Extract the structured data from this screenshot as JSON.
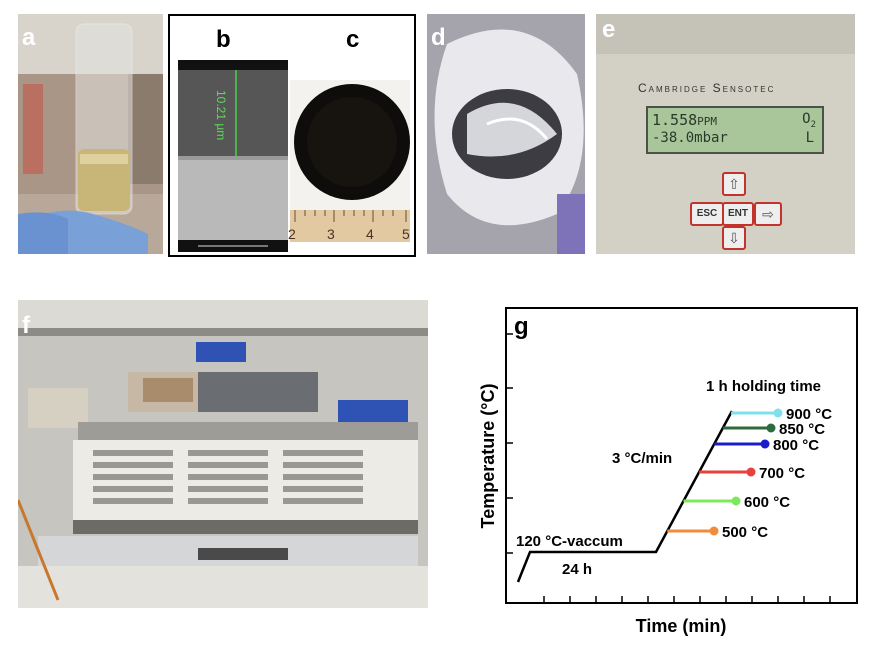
{
  "panels": {
    "a": {
      "label": "a"
    },
    "b": {
      "label": "b",
      "scale_text": "10.21 µm"
    },
    "c": {
      "label": "c",
      "ruler_ticks": [
        "2",
        "3",
        "4",
        "5"
      ]
    },
    "d": {
      "label": "d"
    },
    "e": {
      "label": "e",
      "brand": "Cambridge Sensotec",
      "display_line1": "1.558",
      "display_unit1": "PPM",
      "display_gas": "O",
      "display_gas_sub": "2",
      "display_line2": "-38.0mbar",
      "display_flag": "L",
      "keys": {
        "esc": "ESC",
        "ent": "ENT"
      }
    },
    "f": {
      "label": "f"
    },
    "g": {
      "label": "g"
    }
  },
  "chart_data": {
    "type": "line",
    "title": "",
    "xlabel": "Time (min)",
    "ylabel": "Temperature (°C)",
    "grid": false,
    "annotations": {
      "hold_low": "120 °C-vaccum",
      "hold_time": "24 h",
      "ramp": "3 °C/min",
      "holding": "1 h holding time"
    },
    "series": [
      {
        "name": "500 °C",
        "color": "#f08c3c"
      },
      {
        "name": "600 °C",
        "color": "#7ce85c"
      },
      {
        "name": "700 °C",
        "color": "#e8403a"
      },
      {
        "name": "800 °C",
        "color": "#1c1cc8"
      },
      {
        "name": "850 °C",
        "color": "#2e6b3c"
      },
      {
        "name": "900 °C",
        "color": "#7ee0ee"
      }
    ]
  }
}
